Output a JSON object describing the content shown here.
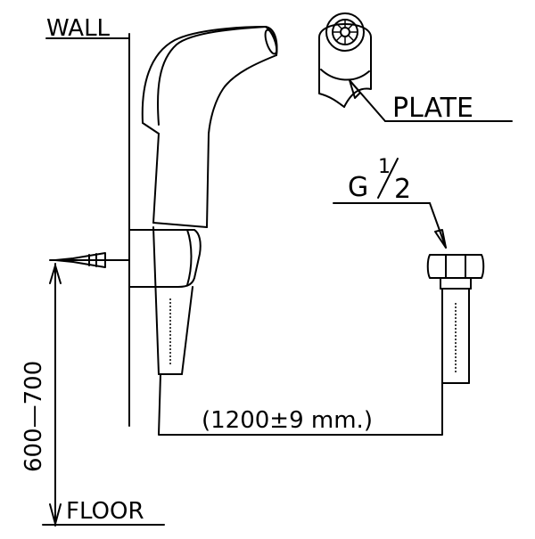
{
  "labels": {
    "wall": "WALL",
    "plate": "PLATE",
    "thread_prefix": "G",
    "thread_num": "1",
    "thread_den": "2",
    "hose_length": "(1200±9  mm.)",
    "height_range": "600—700",
    "floor": "FLOOR"
  },
  "colors": {
    "ink": "#000000",
    "background": "#ffffff"
  }
}
